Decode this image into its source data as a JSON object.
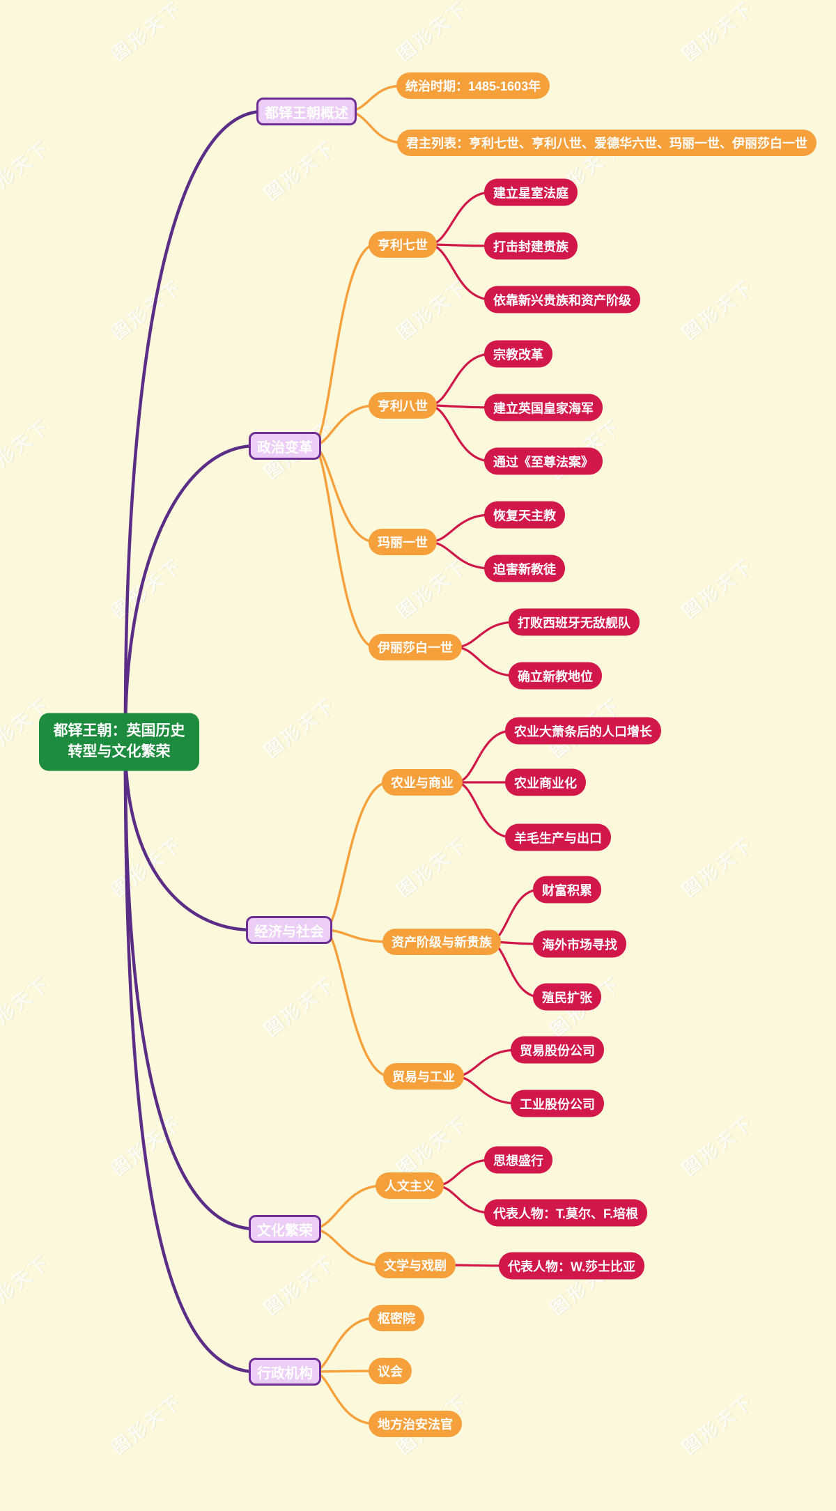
{
  "watermark": {
    "text": "图形天下"
  },
  "colors": {
    "background": "#FBF8DB",
    "root_fill": "#1E8C3E",
    "branch_fill": "#ECCDF6",
    "branch_border": "#6E2E93",
    "branch_link": "#5B2D86",
    "topic_fill": "#F6A03C",
    "detail_fill": "#D2174A",
    "node_text": "#FFFFFF"
  },
  "root": {
    "label": "都铎王朝：英国历史转型与文化繁荣"
  },
  "branches": [
    {
      "label": "都铎王朝概述",
      "children": [
        {
          "label": "统治时期：1485-1603年"
        },
        {
          "label": "君主列表：亨利七世、亨利八世、爱德华六世、玛丽一世、伊丽莎白一世"
        }
      ]
    },
    {
      "label": "政治变革",
      "children": [
        {
          "label": "亨利七世",
          "children": [
            {
              "label": "建立星室法庭"
            },
            {
              "label": "打击封建贵族"
            },
            {
              "label": "依靠新兴贵族和资产阶级"
            }
          ]
        },
        {
          "label": "亨利八世",
          "children": [
            {
              "label": "宗教改革"
            },
            {
              "label": "建立英国皇家海军"
            },
            {
              "label": "通过《至尊法案》"
            }
          ]
        },
        {
          "label": "玛丽一世",
          "children": [
            {
              "label": "恢复天主教"
            },
            {
              "label": "迫害新教徒"
            }
          ]
        },
        {
          "label": "伊丽莎白一世",
          "children": [
            {
              "label": "打败西班牙无敌舰队"
            },
            {
              "label": "确立新教地位"
            }
          ]
        }
      ]
    },
    {
      "label": "经济与社会",
      "children": [
        {
          "label": "农业与商业",
          "children": [
            {
              "label": "农业大萧条后的人口增长"
            },
            {
              "label": "农业商业化"
            },
            {
              "label": "羊毛生产与出口"
            }
          ]
        },
        {
          "label": "资产阶级与新贵族",
          "children": [
            {
              "label": "财富积累"
            },
            {
              "label": "海外市场寻找"
            },
            {
              "label": "殖民扩张"
            }
          ]
        },
        {
          "label": "贸易与工业",
          "children": [
            {
              "label": "贸易股份公司"
            },
            {
              "label": "工业股份公司"
            }
          ]
        }
      ]
    },
    {
      "label": "文化繁荣",
      "children": [
        {
          "label": "人文主义",
          "children": [
            {
              "label": "思想盛行"
            },
            {
              "label": "代表人物：T.莫尔、F.培根"
            }
          ]
        },
        {
          "label": "文学与戏剧",
          "children": [
            {
              "label": "代表人物：W.莎士比亚"
            }
          ]
        }
      ]
    },
    {
      "label": "行政机构",
      "children": [
        {
          "label": "枢密院"
        },
        {
          "label": "议会"
        },
        {
          "label": "地方治安法官"
        }
      ]
    }
  ]
}
